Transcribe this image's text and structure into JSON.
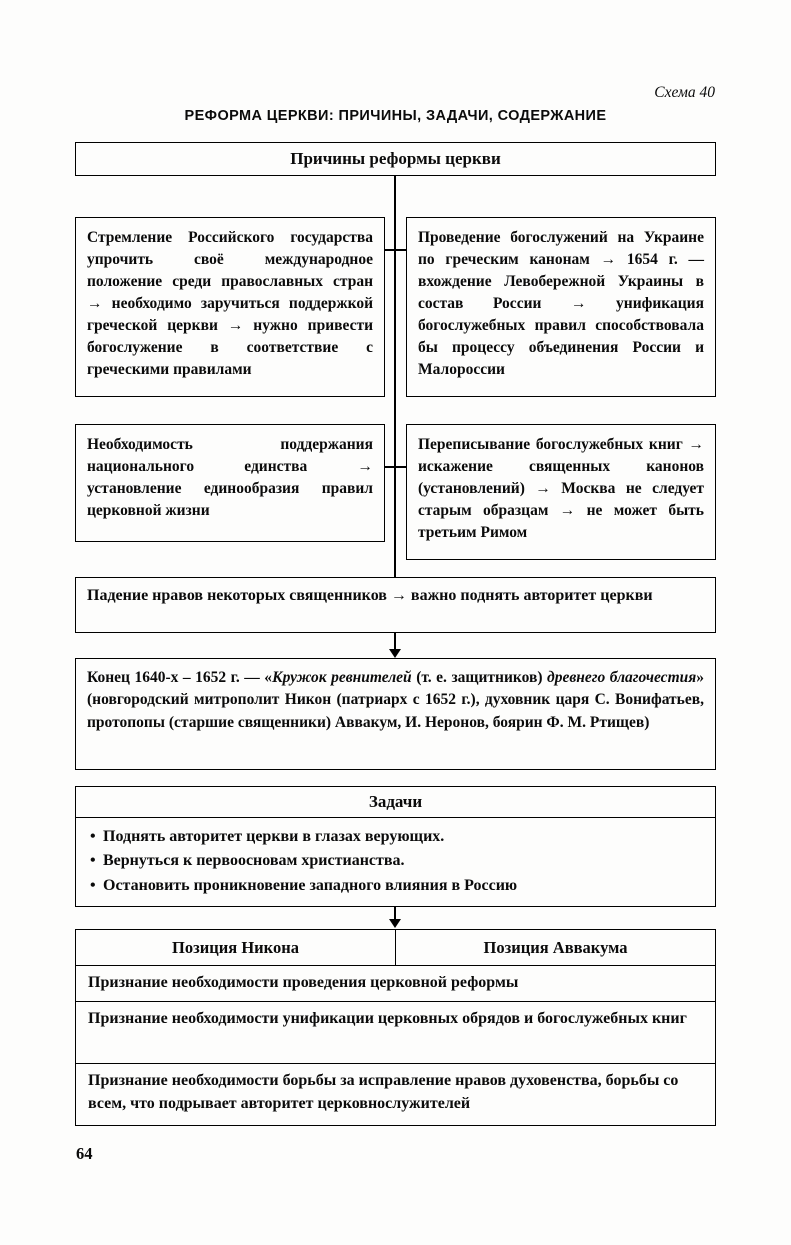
{
  "page": {
    "scheme_label": "Схема 40",
    "title": "РЕФОРМА ЦЕРКВИ: ПРИЧИНЫ, ЗАДАЧИ, СОДЕРЖАНИЕ",
    "page_number": "64"
  },
  "causes": {
    "header": "Причины реформы церкви",
    "row1_left": "Стремление Российского государства упрочить своё международное положение среди православных стран → необходимо заручиться поддержкой греческой церкви → нужно привести богослужение в соответствие с греческими правилами",
    "row1_right": "Проведение богослужений на Украине по греческим канонам → 1654 г. — вхождение Левобережной Украины в состав России → унификация богослужебных правил способствовала бы процессу объединения России и Малороссии",
    "row2_left": "Необходимость поддержания национального единства → установление единообразия правил церковной жизни",
    "row2_right": "Переписывание богослужебных книг → искажение священных канонов (установлений) → Москва не следует старым образцам → не может быть третьим Римом",
    "bottom": "Падение нравов некоторых священников → важно поднять авторитет церкви"
  },
  "zealots_circle": {
    "segments": [
      {
        "text": "Конец 1640-х – 1652 г. — «",
        "style": "bold"
      },
      {
        "text": "Кружок ревнителей",
        "style": "bold-italic"
      },
      {
        "text": " (т. е. защитников) ",
        "style": "bold"
      },
      {
        "text": "древнего благочестия",
        "style": "bold-italic"
      },
      {
        "text": "» (новгородский митрополит Никон (патриарх с 1652 г.), духовник царя С. Вонифатьев, протопопы (старшие священники) Аввакум, И. Неронов, боярин Ф. М. Ртищев)",
        "style": "bold"
      }
    ]
  },
  "tasks": {
    "header": "Задачи",
    "items": [
      "Поднять авторитет церкви в глазах верующих.",
      "Вернуться к первоосновам христианства.",
      "Остановить проникновение западного влияния в Россию"
    ]
  },
  "positions": {
    "col_left": "Позиция Никона",
    "col_right": "Позиция Аввакума",
    "rows": [
      "Признание необходимости проведения церковной реформы",
      "Признание необходимости унификации церковных обрядов и богослужебных книг",
      "Признание необходимости борьбы за исправление нравов духовенства, борьбы со всем, что подрывает авторитет церковнослужителей"
    ]
  }
}
